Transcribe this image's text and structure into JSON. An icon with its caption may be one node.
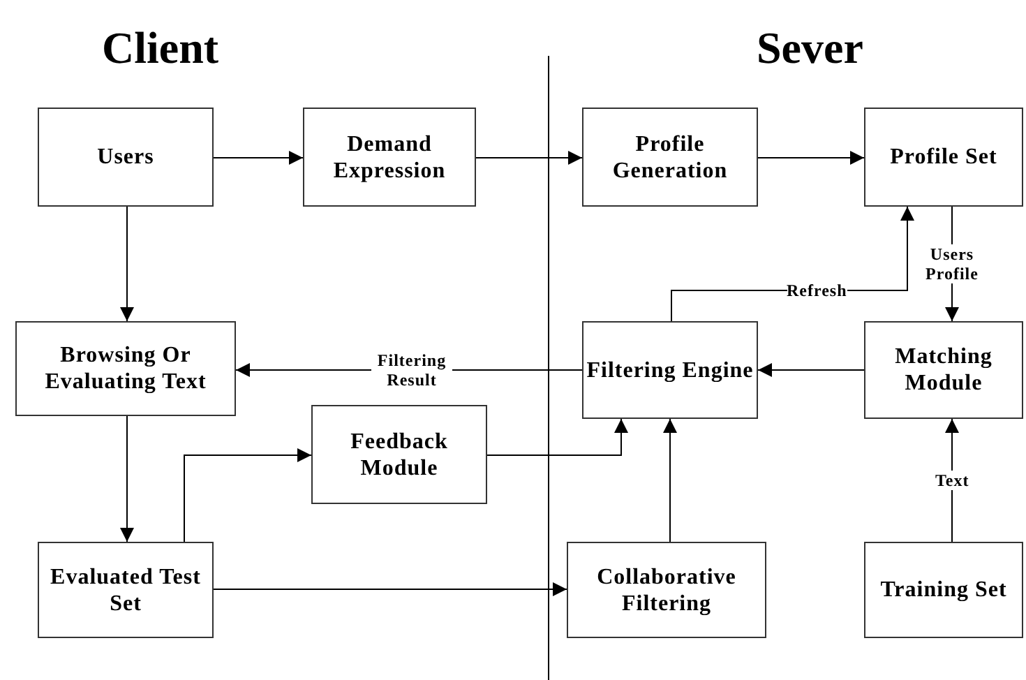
{
  "diagram": {
    "nodes": [
      {
        "text": [
          "Users"
        ]
      },
      {
        "text": [
          "Demand Expression"
        ]
      },
      {
        "text": [
          "Profile Generation"
        ]
      },
      {
        "text": [
          "Profile Set"
        ]
      },
      {
        "text": [
          "Browsing Or Evaluating Text"
        ]
      },
      {
        "text": [
          "Filtering Engine"
        ]
      },
      {
        "text": [
          "Matching Module"
        ]
      },
      {
        "text": [
          "Feedback Module"
        ]
      },
      {
        "text": [
          "Evaluated Test Set"
        ]
      },
      {
        "text": [
          "Collaborative Filtering"
        ]
      },
      {
        "text": [
          "Training Set"
        ]
      }
    ],
    "edges": [
      {
        "from": 0,
        "to": 1,
        "arrow": "to"
      },
      {
        "from": 1,
        "to": 2,
        "arrow": "to"
      },
      {
        "from": 2,
        "to": 3,
        "arrow": "to"
      },
      {
        "from": 0,
        "to": 4,
        "arrow": "to"
      },
      {
        "from": 3,
        "to": 6,
        "arrow": "to",
        "label": "Users Profile"
      },
      {
        "from": 5,
        "to": 3,
        "arrow": "to",
        "label": "Refresh"
      },
      {
        "from": 5,
        "to": 4,
        "arrow": "to",
        "label": "Filtering Result"
      },
      {
        "from": 6,
        "to": 5,
        "arrow": "to"
      },
      {
        "from": 4,
        "to": 8,
        "arrow": "to"
      },
      {
        "from": 8,
        "to": 7,
        "arrow": "to"
      },
      {
        "from": 7,
        "to": 5,
        "arrow": "to"
      },
      {
        "from": 9,
        "to": 5,
        "arrow": "to"
      },
      {
        "from": 8,
        "to": 9,
        "arrow": "to"
      },
      {
        "from": 10,
        "to": 6,
        "arrow": "to",
        "label": "Text"
      }
    ],
    "labels": [
      "Client",
      "Sever"
    ]
  }
}
